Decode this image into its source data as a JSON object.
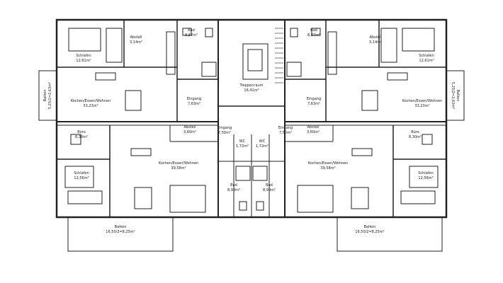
{
  "rooms": {
    "tl_schlafen": {
      "name": "Schlafen",
      "area": "12,61m²"
    },
    "tl_abstell": {
      "name": "Abstell",
      "area": "3,14m²"
    },
    "tl_bad": {
      "name": "Bad",
      "area": "8,87m²"
    },
    "tl_kochen": {
      "name": "Kochen/Essen/Wohnen",
      "area": "33,23m²"
    },
    "tl_eingang": {
      "name": "Eingang",
      "area": "7,63m²"
    },
    "treppenraum": {
      "name": "Treppenraum",
      "area": "16,41m²"
    },
    "tr_bad": {
      "name": "Bad",
      "area": "8,87m²"
    },
    "tr_abstell": {
      "name": "Abstell",
      "area": "3,14m²"
    },
    "tr_schlafen": {
      "name": "Schlafen",
      "area": "12,61m²"
    },
    "tr_eingang": {
      "name": "Eingang",
      "area": "7,63m²"
    },
    "tr_kochen": {
      "name": "Kochen/Essen/Wohnen",
      "area": "33,23m²"
    },
    "bl_buero": {
      "name": "Büro",
      "area": "8,30m²"
    },
    "bl_abstell": {
      "name": "Abstell",
      "area": "3,60m²"
    },
    "bl_eingang": {
      "name": "Eingang",
      "area": "7,50m²"
    },
    "bl_wc": {
      "name": "WC",
      "area": "1,72m²"
    },
    "bl_kochen": {
      "name": "Kochen/Essen/Wohnen",
      "area": "39,58m²"
    },
    "bl_schlafen": {
      "name": "Schlafen",
      "area": "12,56m²"
    },
    "bl_bad": {
      "name": "Bad",
      "area": "8,90m²"
    },
    "bl_balkon": {
      "name": "Balkon",
      "area": "16,50/2=8,25m²"
    },
    "br_eingang": {
      "name": "Eingang",
      "area": "7,50m²"
    },
    "br_wc": {
      "name": "WC",
      "area": "1,72m²"
    },
    "br_abstell": {
      "name": "Abstell",
      "area": "3,60m²"
    },
    "br_buero": {
      "name": "Büro",
      "area": "8,30m²"
    },
    "br_kochen": {
      "name": "Kochen/Essen/Wohnen",
      "area": "39,58m²"
    },
    "br_bad": {
      "name": "Bad",
      "area": "8,90m²"
    },
    "br_schlafen": {
      "name": "Schlafen",
      "area": "12,56m²"
    },
    "br_balkon": {
      "name": "Balkon",
      "area": "16,50/2=8,25m²"
    },
    "left_balkon": {
      "name": "Balkon",
      "area": "5,25/2=2,63m²"
    },
    "right_balkon": {
      "name": "Balkon",
      "area": "5,25/2=2,63m²"
    }
  }
}
